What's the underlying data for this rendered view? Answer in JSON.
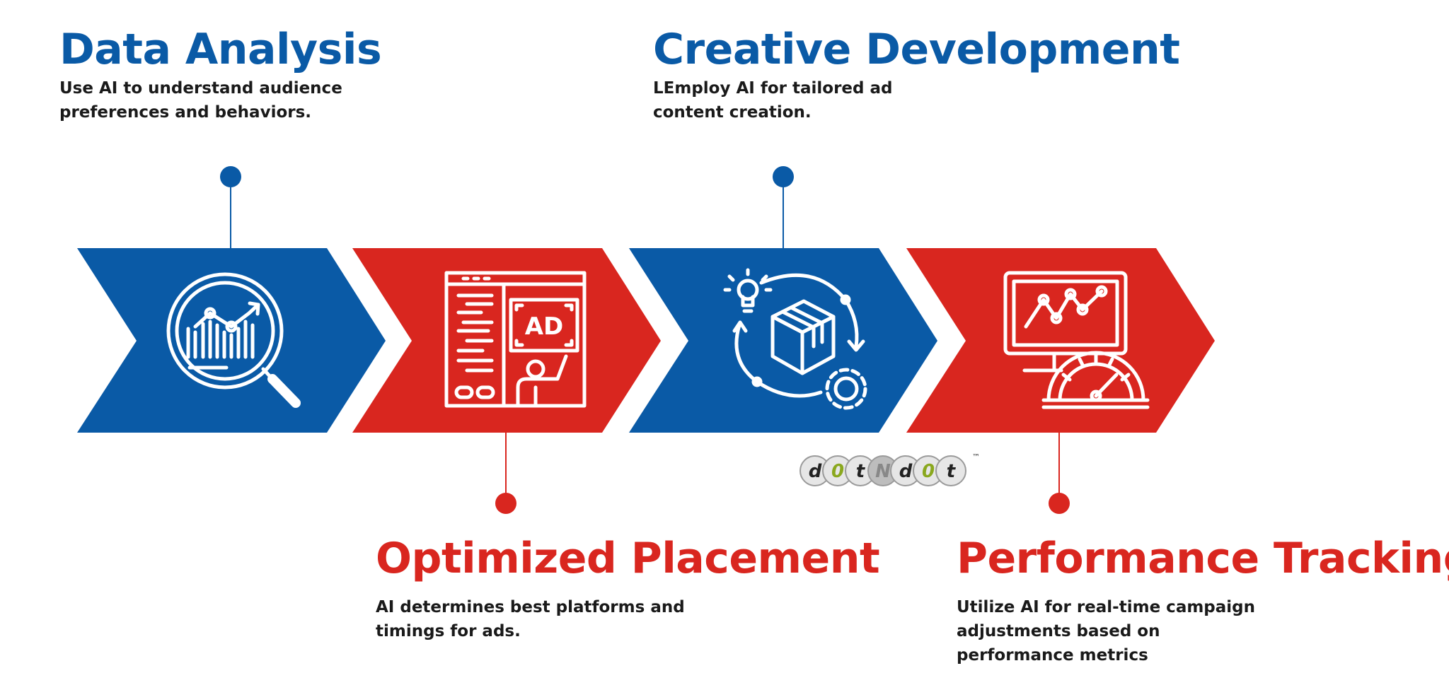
{
  "colors": {
    "blue": "#0a5aa6",
    "red": "#d9261f",
    "icon": "#ffffff",
    "text": "#1a1a1a"
  },
  "steps": [
    {
      "title": "Data Analysis",
      "description": "Use AI to understand audience preferences and behaviors.",
      "color": "blue",
      "icon": "magnifier-chart-icon"
    },
    {
      "title": "Optimized Placement",
      "description": "AI determines best platforms and timings for ads.",
      "color": "red",
      "icon": "ad-billboard-icon"
    },
    {
      "title": "Creative Development",
      "description": "LEmploy AI for tailored ad content creation.",
      "color": "blue",
      "icon": "lightbulb-box-gear-icon"
    },
    {
      "title": "Performance Tracking",
      "description": "Utilize AI for real-time campaign adjustments based on performance metrics",
      "color": "red",
      "icon": "monitor-gauge-icon"
    }
  ],
  "logo": {
    "letters": [
      "d",
      "0",
      "t",
      "N",
      "d",
      "0",
      "t"
    ],
    "trademark": "™"
  }
}
